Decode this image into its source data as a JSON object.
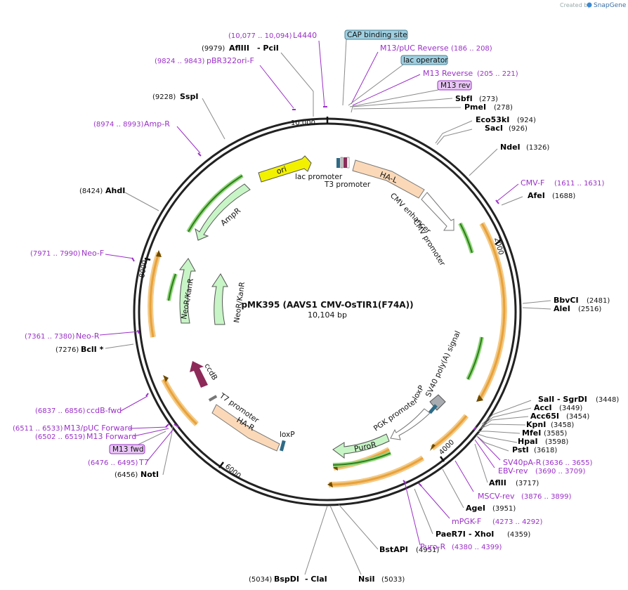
{
  "header": {
    "created_by": "Created by",
    "brand": "SnapGene"
  },
  "plasmid": {
    "name": "pMK395 (AAVS1 CMV-OsTIR1(F74A))",
    "size": "10,104 bp"
  },
  "ticks": [
    "10,000",
    "2000",
    "4000",
    "6000",
    "8000"
  ],
  "boxed_labels": {
    "cap": "CAP binding site",
    "lacop": "lac operator",
    "m13rev": "M13 rev",
    "m13fwd": "M13 fwd"
  },
  "sites": {
    "pos_afl3": "(9979)",
    "afl3": "AflIII",
    "dash_pci": "- PciI",
    "pos_ssp": "(9228)",
    "ssp": "SspI",
    "sbf": "SbfI",
    "pos_sbf": "(273)",
    "pme": "PmeI",
    "pos_pme": "(278)",
    "eco53": "Eco53kI",
    "pos_eco53": "(924)",
    "sac": "SacI",
    "pos_sac": "(926)",
    "nde": "NdeI",
    "pos_nde": "(1326)",
    "afe": "AfeI",
    "pos_afe": "(1688)",
    "pos_ahd": "(8424)",
    "ahd": "AhdI",
    "bbvc": "BbvCI",
    "pos_bbvc": "(2481)",
    "ale": "AleI",
    "pos_ale": "(2516)",
    "pos_bcl": "(7276)",
    "bcl": "BclI *",
    "sal": "SalI",
    "dash_sgrd": "- SgrDI",
    "pos_sal": "(3448)",
    "acc": "AccI",
    "pos_acc": "(3449)",
    "acc65": "Acc65I",
    "pos_acc65": "(3454)",
    "kpn": "KpnI",
    "pos_kpn": "(3458)",
    "mfe": "MfeI",
    "pos_mfe": "(3585)",
    "hpa": "HpaI",
    "pos_hpa": "(3598)",
    "pst": "PstI",
    "pos_pst": "(3618)",
    "pos_not": "(6456)",
    "not": "NotI",
    "afl2": "AflII",
    "pos_afl2": "(3717)",
    "age": "AgeI",
    "pos_age": "(3951)",
    "paer": "PaeR7I",
    "dash_xho": "- XhoI",
    "pos_paer": "(4359)",
    "bstapi": "BstAPI",
    "pos_bstapi": "(4951)",
    "pos_bspd": "(5034)",
    "bspd": "BspDI",
    "dash_cla": "- ClaI",
    "nsi": "NsiI",
    "pos_nsi": "(5033)"
  },
  "primers": {
    "pos_l4440": "(10,077 .. 10,094)",
    "l4440": "L4440",
    "pos_pbr": "(9824 .. 9843)",
    "pbr": "pBR322ori-F",
    "m13puc_rev": "M13/pUC Reverse",
    "pos_m13puc_rev": "(186 .. 208)",
    "m13_rev": "M13 Reverse",
    "pos_m13_rev": "(205 .. 221)",
    "pos_ampr": "(8974 .. 8993)",
    "ampr": "Amp-R",
    "cmvf": "CMV-F",
    "pos_cmvf": "(1611 .. 1631)",
    "pos_neof": "(7971 .. 7990)",
    "neof": "Neo-F",
    "pos_neor": "(7361 .. 7380)",
    "neor": "Neo-R",
    "pos_ccdb": "(6837 .. 6856)",
    "ccdb": "ccdB-fwd",
    "pos_m13puc_fwd": "(6511 .. 6533)",
    "m13puc_fwd": "M13/pUC Forward",
    "pos_m13_fwd": "(6502 .. 6519)",
    "m13_fwd": "M13 Forward",
    "pos_t7": "(6476 .. 6495)",
    "t7": "T7",
    "sv40pa": "SV40pA-R",
    "pos_sv40pa": "(3636 .. 3655)",
    "ebv": "EBV-rev",
    "pos_ebv": "(3690 .. 3709)",
    "mscv": "MSCV-rev",
    "pos_mscv": "(3876 .. 3899)",
    "mpgk": "mPGK-F",
    "pos_mpgk": "(4273 .. 4292)",
    "puro": "Puro-R",
    "pos_puro": "(4380 .. 4399)"
  },
  "features": {
    "ori": "ori",
    "lac_promoter": "lac promoter",
    "t3_promoter": "T3 promoter",
    "hal": "HA-L",
    "cmv_enh": "CMV enhancer",
    "cmv_prom": "CMV promoter",
    "ampr": "AmpR",
    "neokan1": "NeoR/KanR",
    "neokan2": "NeoR/KanR",
    "ccdb": "ccdB",
    "t7_promoter": "T7 promoter",
    "har": "HA-R",
    "loxp1": "loxP",
    "loxp2": "loxP",
    "pgk": "PGK promoter",
    "sv40": "SV40 poly(A) signal",
    "puror": "PuroR"
  },
  "colors": {
    "backbone": "#111111",
    "ori": "#f2f200",
    "ha": "#fbd9b8",
    "marker": "#c8f5c6",
    "orf": "#e8a23a",
    "ccdb": "#8e2a5a",
    "primer": "#9b30c8",
    "boxed": "#9fcfe0"
  }
}
